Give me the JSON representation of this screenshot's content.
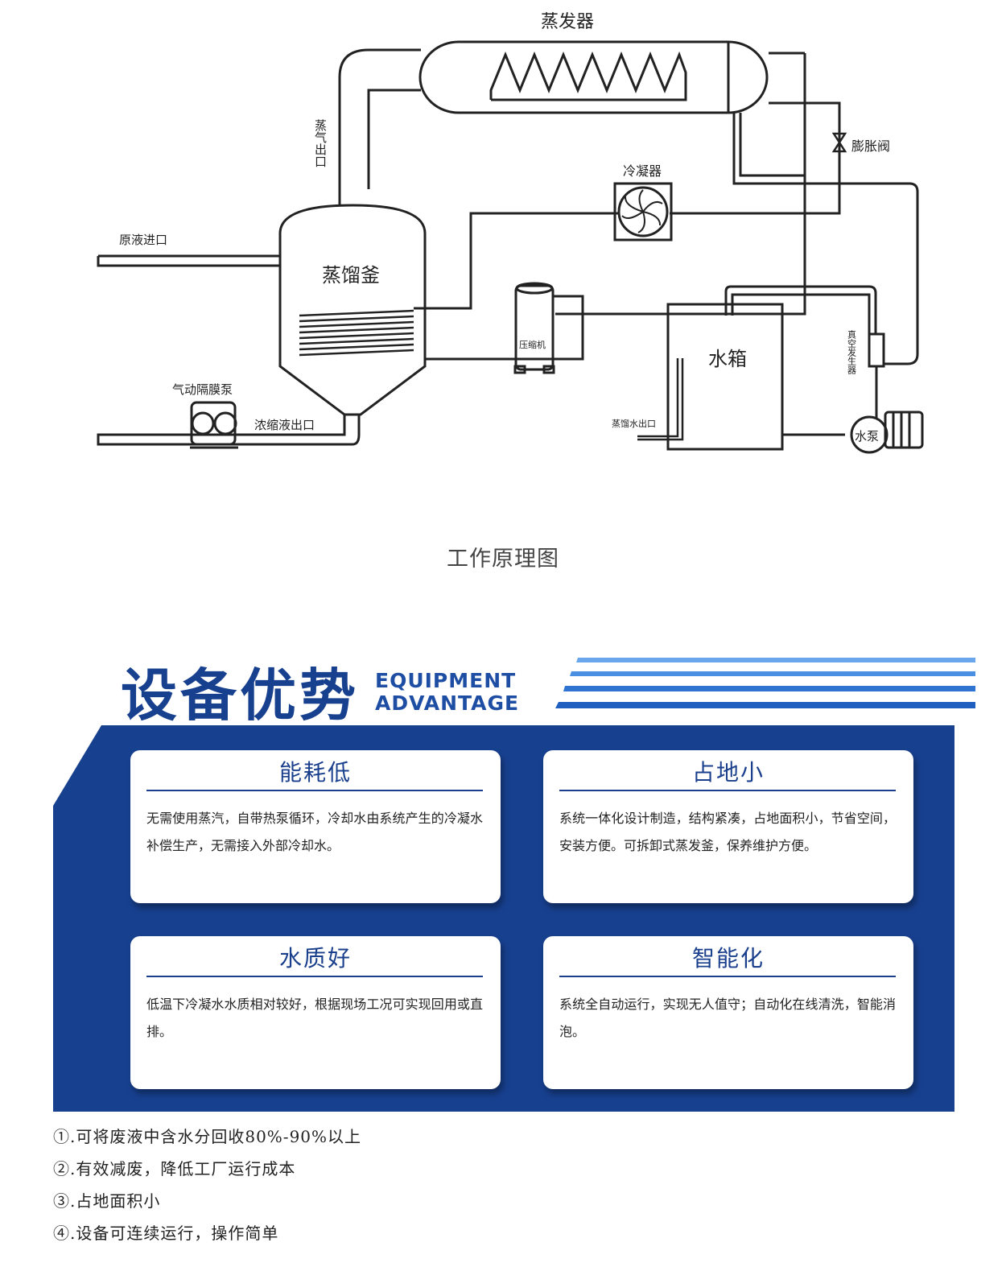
{
  "diagram": {
    "labels": {
      "evaporator": "蒸发器",
      "steam_outlet": "蒸气出口",
      "expansion_valve": "膨胀阀",
      "condenser": "冷凝器",
      "raw_inlet": "原液进口",
      "still": "蒸馏釜",
      "compressor": "压缩机",
      "water_tank": "水箱",
      "vacuum_generator": "真空发生器",
      "pump_name": "气动隔膜泵",
      "concentrate_outlet": "浓缩液出口",
      "distilled_outlet": "蒸馏水出口",
      "water_pump": "水泵"
    }
  },
  "caption": "工作原理图",
  "advantage": {
    "title": "设备优势",
    "en_line1": "EQUIPMENT",
    "en_line2": "ADVANTAGE",
    "colors": {
      "primary": "#17408f",
      "stripe": "#3a7fd9"
    },
    "cards": [
      {
        "title": "能耗低",
        "text": "无需使用蒸汽，自带热泵循环，冷却水由系统产生的冷凝水补偿生产，无需接入外部冷却水。"
      },
      {
        "title": "占地小",
        "text": "系统一体化设计制造，结构紧凑，占地面积小，节省空间，安装方便。可拆卸式蒸发釜，保养维护方便。"
      },
      {
        "title": "水质好",
        "text": "低温下冷凝水水质相对较好，根据现场工况可实现回用或直排。"
      },
      {
        "title": "智能化",
        "text": "系统全自动运行，实现无人值守；自动化在线清洗，智能消泡。"
      }
    ]
  },
  "bullets": [
    "①.可将废液中含水分回收80%-90%以上",
    "②.有效减废，降低工厂运行成本",
    "③.占地面积小",
    "④.设备可连续运行，操作简单"
  ]
}
